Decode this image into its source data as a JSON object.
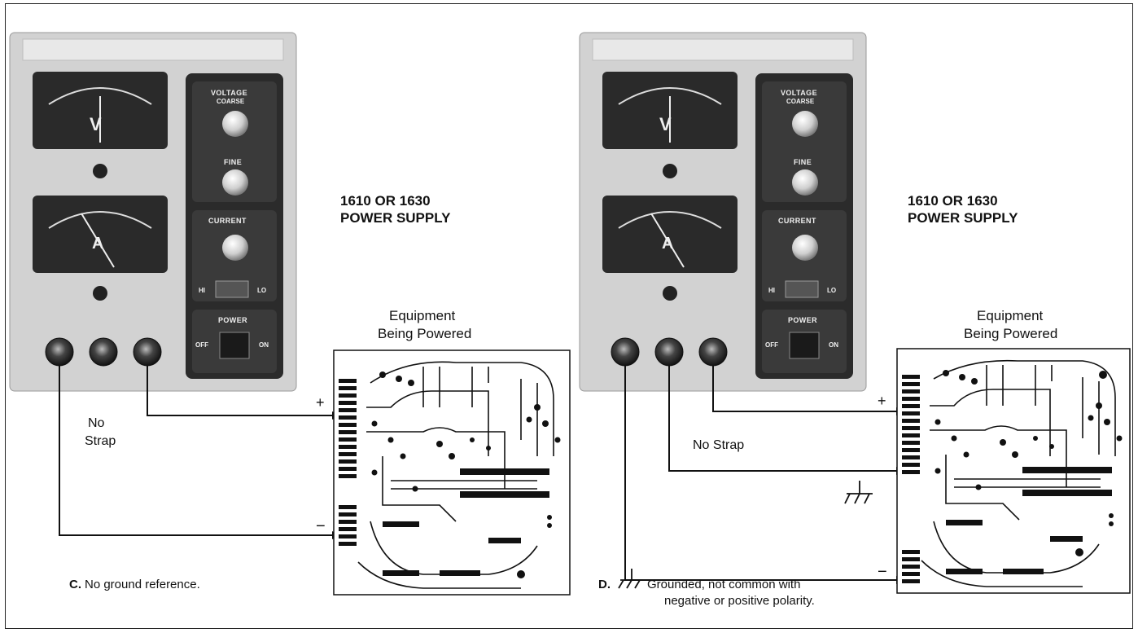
{
  "panels": [
    {
      "supply_title_line1": "1610 OR 1630",
      "supply_title_line2": "POWER SUPPLY",
      "equipment_line1": "Equipment",
      "equipment_line2": "Being Powered",
      "plus": "+",
      "minus": "−",
      "strap_line1": "No",
      "strap_line2": "Strap",
      "caption_letter": "C.",
      "caption_line1": "No ground reference.",
      "caption_line2": "",
      "meter_v": "V",
      "meter_a": "A",
      "voltage_label": "VOLTAGE",
      "coarse_label": "COARSE",
      "fine_label": "FINE",
      "current_label": "CURRENT",
      "hi_label": "HI",
      "lo_label": "LO",
      "power_label": "POWER",
      "off_label": "OFF",
      "on_label": "ON"
    },
    {
      "supply_title_line1": "1610 OR 1630",
      "supply_title_line2": "POWER SUPPLY",
      "equipment_line1": "Equipment",
      "equipment_line2": "Being Powered",
      "plus": "+",
      "minus": "−",
      "strap_line1": "No Strap",
      "strap_line2": "",
      "caption_letter": "D.",
      "caption_line1": "Grounded, not common with",
      "caption_line2": "negative or positive polarity.",
      "meter_v": "V",
      "meter_a": "A",
      "voltage_label": "VOLTAGE",
      "coarse_label": "COARSE",
      "fine_label": "FINE",
      "current_label": "CURRENT",
      "hi_label": "HI",
      "lo_label": "LO",
      "power_label": "POWER",
      "off_label": "OFF",
      "on_label": "ON"
    }
  ]
}
